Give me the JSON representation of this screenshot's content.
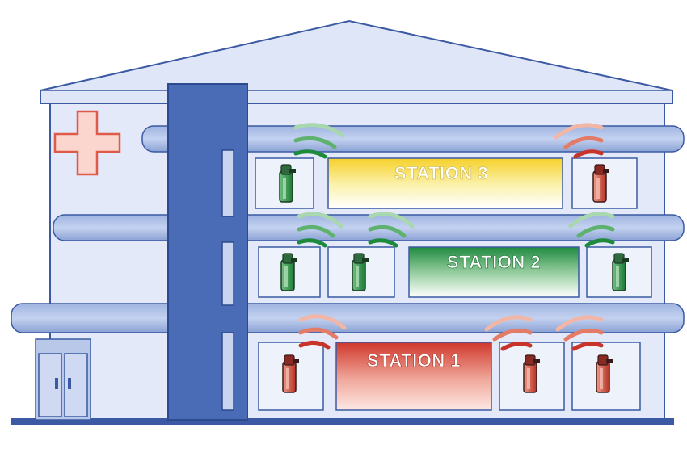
{
  "stations": [
    {
      "label": "STATION 3",
      "status": "yellow"
    },
    {
      "label": "STATION 2",
      "status": "green"
    },
    {
      "label": "STATION 1",
      "status": "red"
    }
  ],
  "colors": {
    "building": "#dfe6f7",
    "outline": "#3b5aa3",
    "column": "#4a6bb5",
    "green": "#1e8a3c",
    "red": "#c8332a",
    "yellow": "#f3d23a",
    "cross": "#e05a4a"
  },
  "icons": {
    "hospital": "red-cross-icon",
    "dispenser": "dispenser-icon",
    "signal": "wireless-signal-icon"
  }
}
